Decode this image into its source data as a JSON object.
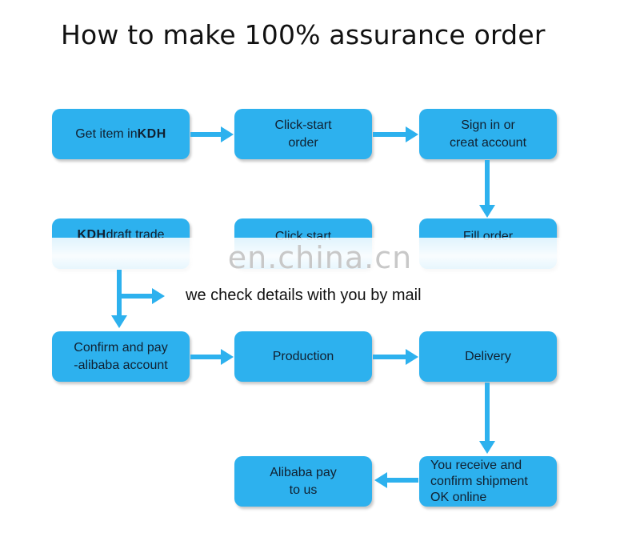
{
  "title": "How to make 100% assurance order",
  "colors": {
    "box": "#2db1ee",
    "arrow": "#2db1ee",
    "text": "#102030"
  },
  "watermark": "en.china.cn",
  "note": "we check details with you by mail",
  "steps": {
    "get_item": {
      "prefix": "Get item in ",
      "brand": "KDH"
    },
    "click_start_order": "Click-start\norder",
    "sign_in": "Sign in or\ncreat account",
    "draft_trade": {
      "brand": "KDH",
      "suffix": " draft trade"
    },
    "click_start_2": "Click start",
    "fill_order": "Fill order",
    "confirm_pay": "Confirm and pay\n-alibaba account",
    "production": "Production",
    "delivery": "Delivery",
    "receive_confirm": "You receive and\nconfirm shipment\nOK online",
    "alibaba_pay": "Alibaba pay\nto us"
  }
}
